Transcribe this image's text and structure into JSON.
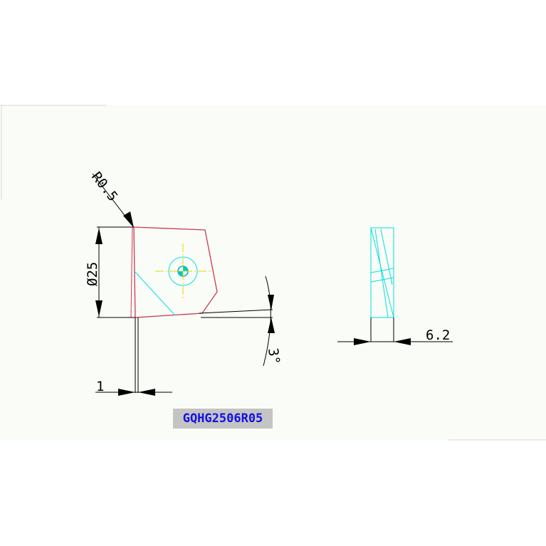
{
  "drawing": {
    "part_number": "GQHG2506R05",
    "dimensions": {
      "corner_radius": "R0.5",
      "diameter": "Ø25",
      "clearance_angle": "3°",
      "width_left": "1",
      "thickness": "6.2"
    }
  },
  "colors": {
    "background": "#fafcf7",
    "insert_outline": "#d0384c",
    "hidden_lines": "#00e0e0",
    "center_marks": "#e6d800",
    "dimension_lines": "#000000",
    "label_text": "#1010e6",
    "label_bg": "#c4c4c4"
  }
}
